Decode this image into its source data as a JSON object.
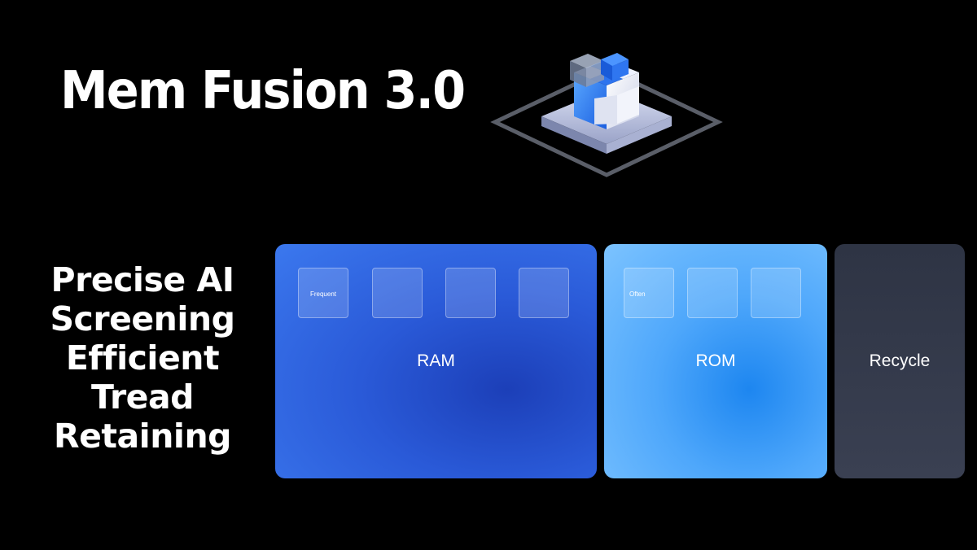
{
  "title": "Mem Fusion 3.0",
  "tagline": {
    "lines": [
      "Precise AI",
      "Screening",
      "Efficient",
      "Tread",
      "Retaining"
    ]
  },
  "panels": {
    "ram": {
      "label": "RAM",
      "first_chip_label": "Frequent",
      "chip_count": 4
    },
    "rom": {
      "label": "ROM",
      "first_chip_label": "Often",
      "chip_count": 3
    },
    "recycle": {
      "label": "Recycle"
    }
  },
  "colors": {
    "background": "#000000",
    "ram": "#2a5ad8",
    "rom": "#4ea7fb",
    "recycle": "#343a4b",
    "text": "#ffffff"
  },
  "icons": {
    "logo": "memory-cube-icon"
  }
}
